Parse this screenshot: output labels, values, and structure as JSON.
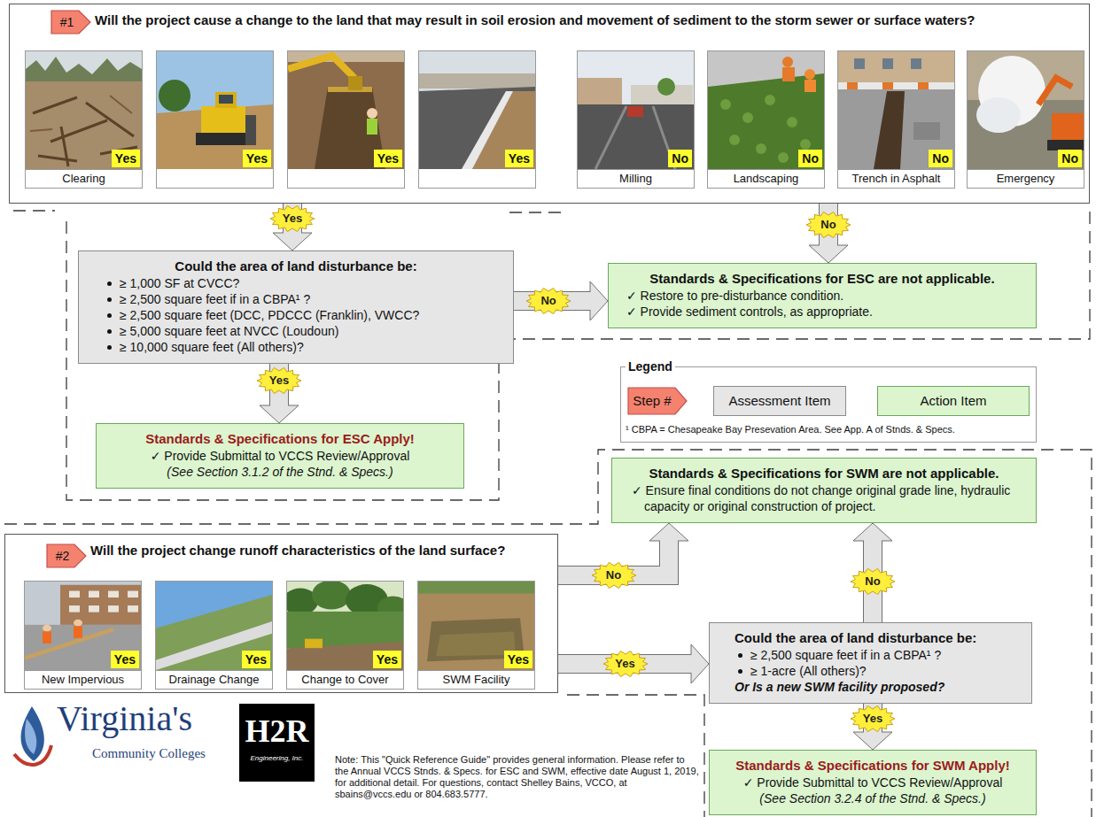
{
  "diagram": {
    "nodes": [
      {
        "text": [
          "Will the project cause a change to the land that may result in soil erosion and movement of sediment to the storm sewer or surface waters?"
        ]
      },
      {
        "text": [
          "#1"
        ],
        "in": 0
      },
      {
        "text": [
          "Yes",
          "Clearing"
        ],
        "in": 0
      },
      {
        "text": [
          "Yes"
        ],
        "in": 0
      },
      {
        "text": [
          "Yes"
        ],
        "in": 0
      },
      {
        "text": [
          "Yes"
        ],
        "in": 0
      },
      {
        "text": [
          "No",
          "Milling"
        ],
        "in": 0
      },
      {
        "text": [
          "No",
          "Landscaping"
        ],
        "in": 0
      },
      {
        "text": [
          "No",
          "Trench in Asphalt"
        ],
        "in": 0
      },
      {
        "text": [
          "No",
          "Emergency"
        ],
        "in": 0
      },
      {
        "text": [
          "Could the area of land disturbance be:",
          "≥ 1,000 SF at CVCC?",
          "≥ 2,500 square feet if in a CBPA¹ ?",
          "≥ 2,500 square feet (DCC, PDCCC (Franklin), VWCC?",
          "≥ 5,000 square feet at NVCC (Loudoun)",
          "≥ 10,000 square feet (All others)?"
        ]
      },
      {
        "text": [
          "Standards & Specifications for ESC are not applicable.",
          "✓ Restore to pre-disturbance condition.",
          "✓ Provide sediment controls, as appropriate."
        ]
      },
      {
        "text": [
          "Standards & Specifications for ESC Apply!",
          "✓ Provide Submittal to VCCS Review/Approval",
          "(See Section 3.1.2 of the Stnd. & Specs.)"
        ]
      },
      {
        "text": [
          "Standards & Specifications for SWM are not applicable.",
          "✓ Ensure final conditions do not change original grade line, hydraulic capacity or original construction of project."
        ]
      },
      {
        "text": [
          "Will the project change runoff characteristics of the land surface?"
        ]
      },
      {
        "text": [
          "#2"
        ],
        "in": 14
      },
      {
        "text": [
          "Yes",
          "New Impervious"
        ],
        "in": 14
      },
      {
        "text": [
          "Yes",
          "Drainage Change"
        ],
        "in": 14
      },
      {
        "text": [
          "Yes",
          "Change to Cover"
        ],
        "in": 14
      },
      {
        "text": [
          "Yes",
          "SWM Facility"
        ],
        "in": 14
      },
      {
        "text": [
          "Could the area of land disturbance be:",
          "≥ 2,500 square feet if in a CBPA¹ ?",
          "≥ 1-acre (All others)?",
          "Or Is a new SWM facility proposed?"
        ]
      },
      {
        "text": [
          "Standards & Specifications for SWM Apply!",
          "✓ Provide Submittal to VCCS Review/Approval",
          "(See Section 3.2.4 of the Stnd. & Specs.)"
        ]
      }
    ],
    "edges": [
      {
        "from": 0,
        "to": 10,
        "label": "Yes",
        "arrow": "to"
      },
      {
        "from": 0,
        "to": 11,
        "label": "No",
        "arrow": "to"
      },
      {
        "from": 10,
        "to": 11,
        "label": "No",
        "arrow": "to"
      },
      {
        "from": 10,
        "to": 12,
        "label": "Yes",
        "arrow": "to"
      },
      {
        "from": 14,
        "to": 13,
        "label": "No",
        "arrow": "to"
      },
      {
        "from": 14,
        "to": 20,
        "label": "Yes",
        "arrow": "to"
      },
      {
        "from": 20,
        "to": 13,
        "label": "No",
        "arrow": "to"
      },
      {
        "from": 20,
        "to": 21,
        "label": "Yes",
        "arrow": "to"
      }
    ],
    "labels": [
      "Legend",
      "¹ CBPA = Chesapeake Bay Presevation Area. See App. A of Stnds. & Specs.",
      "Virginia's",
      "Community Colleges",
      "H2R",
      "Engineering, Inc.",
      "Note: This \"Quick Reference Guide\" provides general information. Please refer to the Annual VCCS Stnds. & Specs. for ESC and SWM, effective date August 1, 2019, for additional detail. For questions, contact Shelley Bains, VCCO, at sbains@vccs.edu or 804.683.5777."
    ],
    "legend": [
      {
        "text": "Step #",
        "color": "#f4826f"
      },
      {
        "text": "Assessment Item",
        "color": "#e6e6e6"
      },
      {
        "text": "Action Item",
        "color": "#dcf5cf"
      }
    ]
  }
}
